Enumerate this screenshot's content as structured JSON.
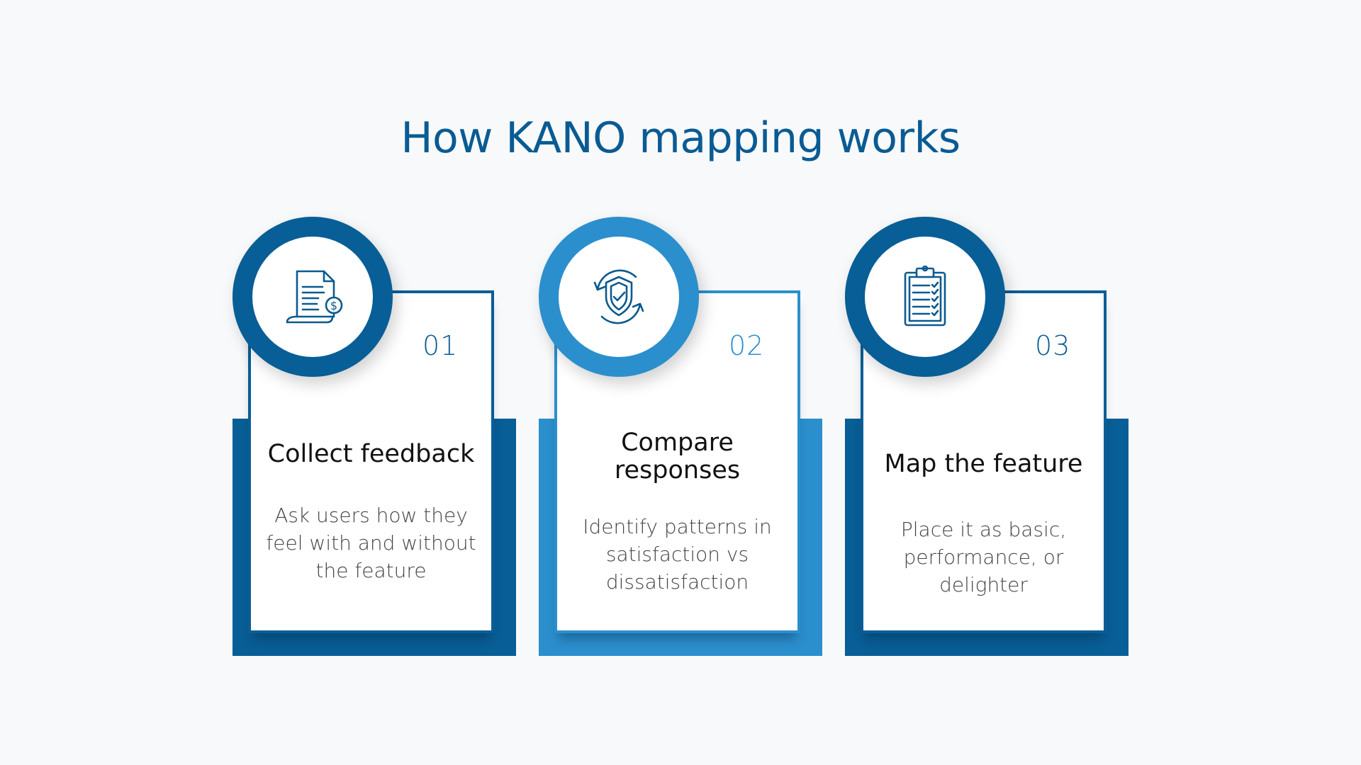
{
  "title": "How KANO mapping works",
  "colors": {
    "dark_blue": "#085e96",
    "light_blue": "#2b8fcd",
    "title": "#095b93",
    "background": "#f8f9fa"
  },
  "steps": [
    {
      "number": "01",
      "heading": "Collect feedback",
      "description": "Ask users how they feel with and without the feature",
      "icon": "document-dollar-icon"
    },
    {
      "number": "02",
      "heading": "Compare responses",
      "description": "Identify patterns in satisfaction vs dissatisfaction",
      "icon": "shield-check-cycle-icon"
    },
    {
      "number": "03",
      "heading": "Map the feature",
      "description": "Place it as basic, performance, or delighter",
      "icon": "clipboard-checklist-icon"
    }
  ]
}
